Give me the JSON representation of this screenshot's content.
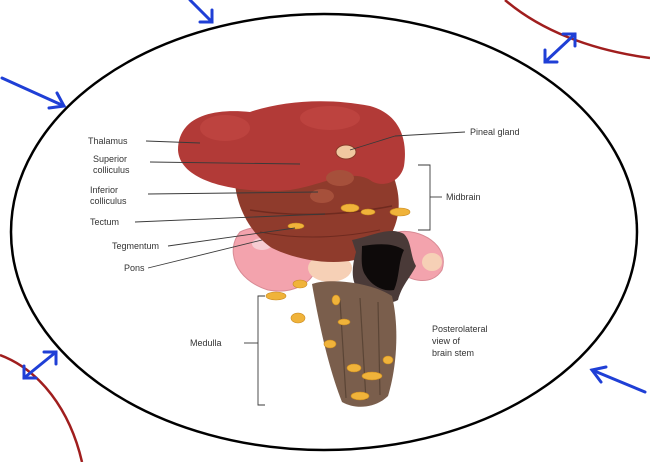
{
  "labels": {
    "thalamus": "Thalamus",
    "superior_colliculus_1": "Superior",
    "superior_colliculus_2": "colliculus",
    "inferior_colliculus_1": "Inferior",
    "inferior_colliculus_2": "colliculus",
    "tectum": "Tectum",
    "tegmentum": "Tegmentum",
    "pons": "Pons",
    "medulla": "Medulla",
    "pineal_gland": "Pineal gland",
    "midbrain": "Midbrain",
    "view_caption_1": "Posterolateral",
    "view_caption_2": "view of",
    "view_caption_3": "brain stem"
  },
  "colors": {
    "arrow": "#1f3fd6",
    "outer_arc": "#a01e1e",
    "circle": "#000000"
  }
}
